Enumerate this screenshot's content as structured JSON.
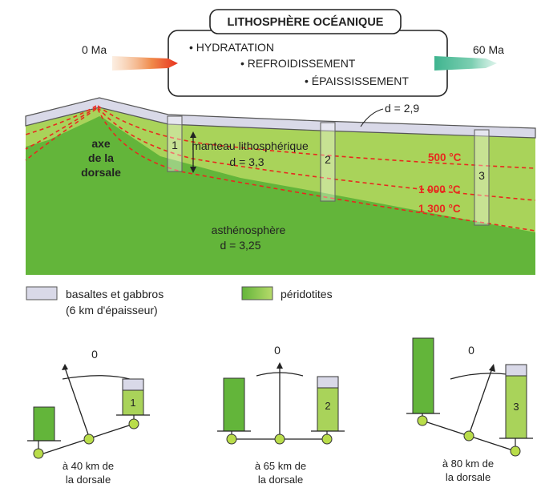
{
  "header": {
    "title": "LITHOSPHÈRE OCÉANIQUE",
    "bullets": [
      "• HYDRATATION",
      "• REFROIDISSEMENT",
      "• ÉPAISSISSEMENT"
    ],
    "age_start": "0 Ma",
    "age_end": "60 Ma"
  },
  "section": {
    "crust_density": "d = 2,9",
    "ridge_label": [
      "axe",
      "de la",
      "dorsale"
    ],
    "lithosphere_label": [
      "manteau lithosphérique",
      "d = 3,3"
    ],
    "asthenosphere_label": [
      "asthénosphère",
      "d = 3,25"
    ],
    "columns": [
      "1",
      "2",
      "3"
    ],
    "isotherms": [
      "500   °C",
      "1 000  °C",
      "1 300  °C"
    ]
  },
  "legend": {
    "basalt": [
      "basaltes et gabbros",
      "(6 km d'épaisseur)"
    ],
    "peridotite": "péridotites"
  },
  "balances": [
    {
      "zero": "0",
      "column": "1",
      "caption": [
        "à 40 km de",
        "la dorsale"
      ]
    },
    {
      "zero": "0",
      "column": "2",
      "caption": [
        "à 65 km de",
        "la dorsale"
      ]
    },
    {
      "zero": "0",
      "column": "3",
      "caption": [
        "à 80 km de",
        "la dorsale"
      ]
    }
  ],
  "colors": {
    "asthenosphere": "#63b53a",
    "lithosphere": "#a9d35a",
    "crust": "#d9d9e8",
    "isotherm": "#e8281e",
    "arrow_start": "#e8321e",
    "arrow_end": "#3fb48f"
  }
}
